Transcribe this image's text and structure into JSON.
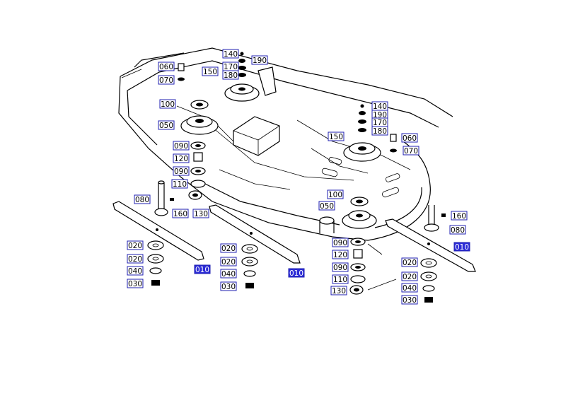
{
  "labels": {
    "l140a": "140",
    "l190a": "190",
    "l170a": "170",
    "l180a": "180",
    "l150a": "150",
    "l060a": "060",
    "l070a": "070",
    "l100a": "100",
    "l050a": "050",
    "l090a": "090",
    "l120a": "120",
    "l090b": "090",
    "l110a": "110",
    "l080a": "080",
    "l160a": "160",
    "l130a": "130",
    "l020a": "020",
    "l020b": "020",
    "l040a": "040",
    "l030a": "030",
    "l010a": "010",
    "l140b": "140",
    "l190b": "190",
    "l170b": "170",
    "l180b": "180",
    "l150b": "150",
    "l060b": "060",
    "l070b": "070",
    "l100b": "100",
    "l050b": "050",
    "l020c": "020",
    "l020d": "020",
    "l040b": "040",
    "l030b": "030",
    "l010b": "010",
    "l090c": "090",
    "l120b": "120",
    "l090d": "090",
    "l110b": "110",
    "l130b": "130",
    "l160b": "160",
    "l080b": "080",
    "l010c": "010",
    "l020e": "020",
    "l020f": "020",
    "l040c": "040",
    "l030c": "030"
  },
  "highlight_color": "#2b2bd6",
  "border_color": "#1f1fb0"
}
